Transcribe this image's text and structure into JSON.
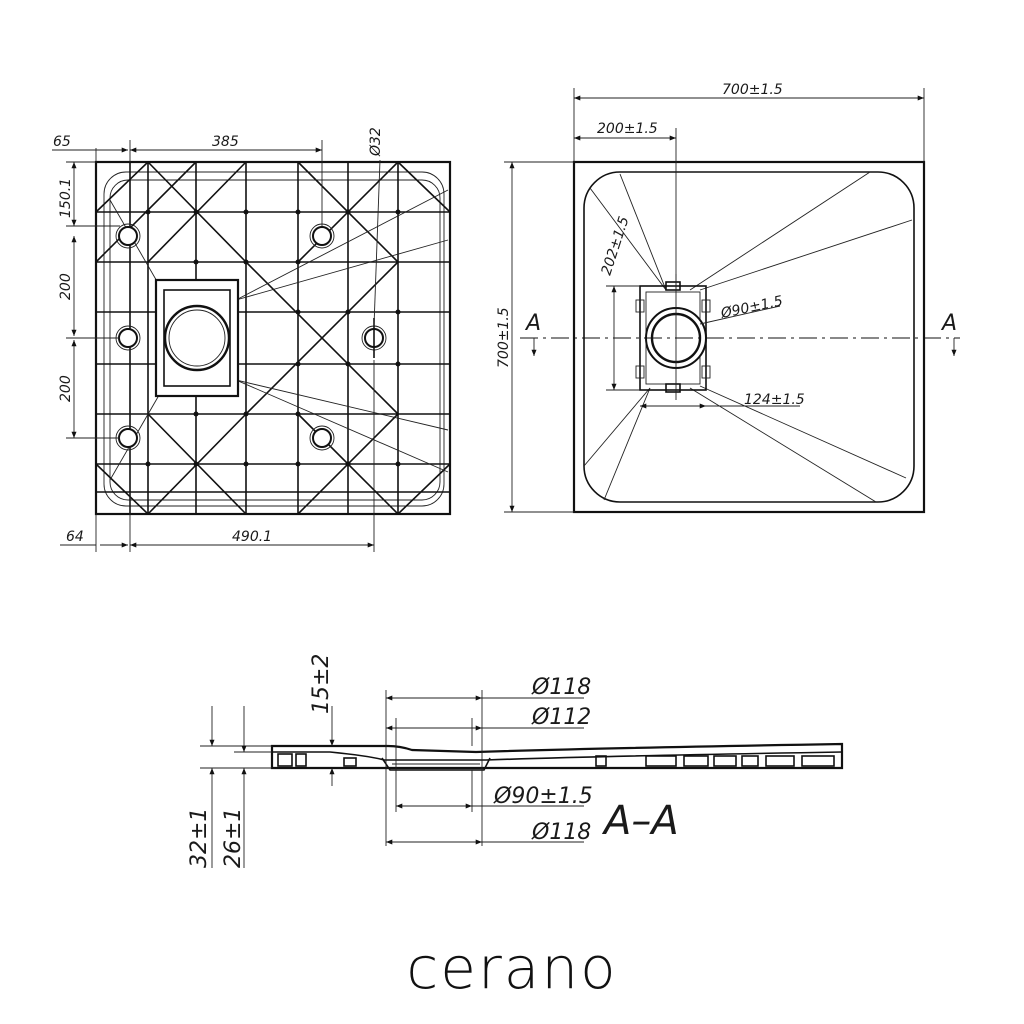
{
  "brand": {
    "name": "cerano"
  },
  "bottom_view": {
    "dims": {
      "d65": "65",
      "d385": "385",
      "d32": "Ø32",
      "d150": "150.1",
      "d200a": "200",
      "d200b": "200",
      "d64": "64",
      "d490": "490.1"
    }
  },
  "top_view": {
    "dims": {
      "width": "700±1.5",
      "offset_x": "200±1.5",
      "height": "700±1.5",
      "offset_y": "202±1.5",
      "drain_dia": "Ø90±1.5",
      "drain_box": "124±1.5"
    },
    "section_marker_left": "A",
    "section_marker_right": "A"
  },
  "section_view": {
    "dims": {
      "d118_top": "Ø118",
      "d112": "Ø112",
      "d15": "15±2",
      "d90": "Ø90±1.5",
      "d118_bottom": "Ø118",
      "d32": "32±1",
      "d26": "26±1"
    },
    "title": "A–A"
  }
}
